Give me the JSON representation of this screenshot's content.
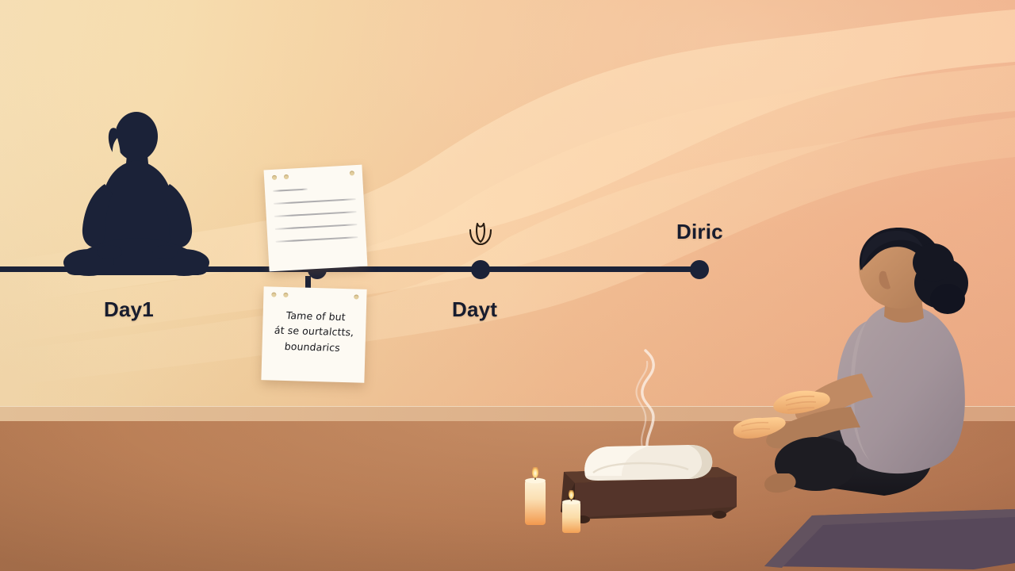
{
  "scene": {
    "title": "Meditation timeline illustration",
    "setting": "calm studio room with warm gradient wall and wooden floor"
  },
  "palette": {
    "wall_left": "#f7e2b7",
    "wall_right": "#eeac87",
    "floor": "#b97e56",
    "baseboard": "#dfb68f",
    "timeline": "#1b2238",
    "silhouette": "#1b2238",
    "note_paper": "#fdfaf3",
    "candle_flame": "#ffcf6a",
    "mat": "#57485a",
    "shirt": "#a5969a",
    "skin": "#c08a63",
    "hair": "#151722"
  },
  "timeline": {
    "nodes": [
      {
        "id": "node-1",
        "x_pct": 31.25,
        "label": "Day1",
        "label_position": "below-left",
        "icon": ""
      },
      {
        "id": "node-2",
        "x_pct": 47.3,
        "label": "Dayt",
        "label_position": "below",
        "icon": "lotus-icon"
      },
      {
        "id": "node-3",
        "x_pct": 68.9,
        "label": "Diric",
        "label_position": "above",
        "icon": ""
      }
    ],
    "labels": {
      "day1": "Day1",
      "dayt": "Dayt",
      "diric": "Diric"
    }
  },
  "notes": {
    "top": {
      "name": "blank-lined-note",
      "lines": [
        "",
        "",
        "",
        "",
        ""
      ],
      "hole_count": 3
    },
    "bottom": {
      "name": "handwritten-note",
      "hole_count": 3,
      "text_lines": [
        "Tame of but",
        "át se ourtalctts,",
        "boundarics"
      ]
    }
  },
  "props": {
    "candle_large": "pillar-candle-large",
    "candle_small": "pillar-candle-small",
    "towel": "rolled-towel",
    "bench": "wooden-bench",
    "smoke": "incense-smoke",
    "mat": "yoga-mat"
  },
  "figures": {
    "silhouette": {
      "name": "meditating-silhouette",
      "pose": "lotus",
      "facing": "right"
    },
    "person": {
      "name": "meditating-woman",
      "pose": "lotus-open-palms",
      "facing": "left",
      "hair": "low-bun"
    }
  }
}
